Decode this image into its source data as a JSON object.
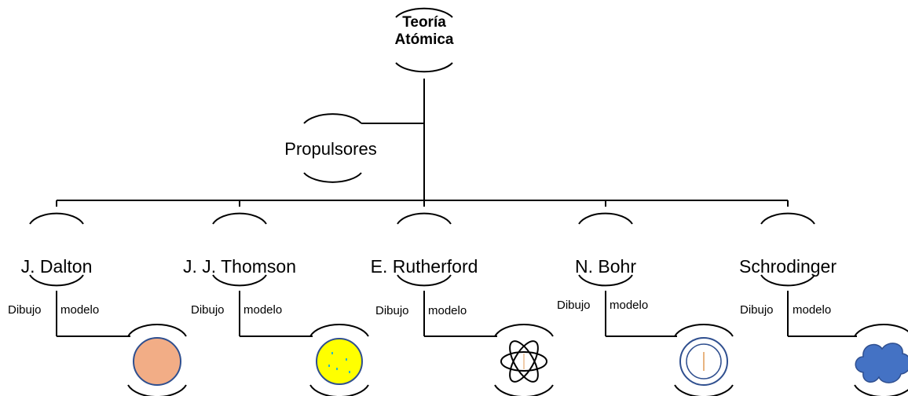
{
  "root": {
    "title_line1": "Teoría",
    "title_line2": "Atómica"
  },
  "propulsores": {
    "label": "Propulsores"
  },
  "scientists": [
    {
      "name": "J. Dalton",
      "link_part1": "Dibujo",
      "link_part2": "modelo",
      "model_icon": "solid-sphere-icon"
    },
    {
      "name": "J. J. Thomson",
      "link_part1": "Dibujo",
      "link_part2": "modelo",
      "model_icon": "plum-pudding-icon"
    },
    {
      "name": "E. Rutherford",
      "link_part1": "Dibujo",
      "link_part2": "modelo",
      "model_icon": "atom-orbits-icon"
    },
    {
      "name": "N. Bohr",
      "link_part1": "Dibujo",
      "link_part2": "modelo",
      "model_icon": "concentric-rings-icon"
    },
    {
      "name": "Schrodinger",
      "link_part1": "Dibujo",
      "link_part2": "modelo",
      "model_icon": "electron-cloud-icon"
    }
  ],
  "colors": {
    "line": "#000000",
    "dalton_fill": "#f2ad86",
    "thomson_fill": "#ffff00",
    "model_outline": "#2f4f8f",
    "cloud_fill": "#4472c4",
    "accent_orange": "#e09a55",
    "accent_cyan": "#29b6c8"
  }
}
